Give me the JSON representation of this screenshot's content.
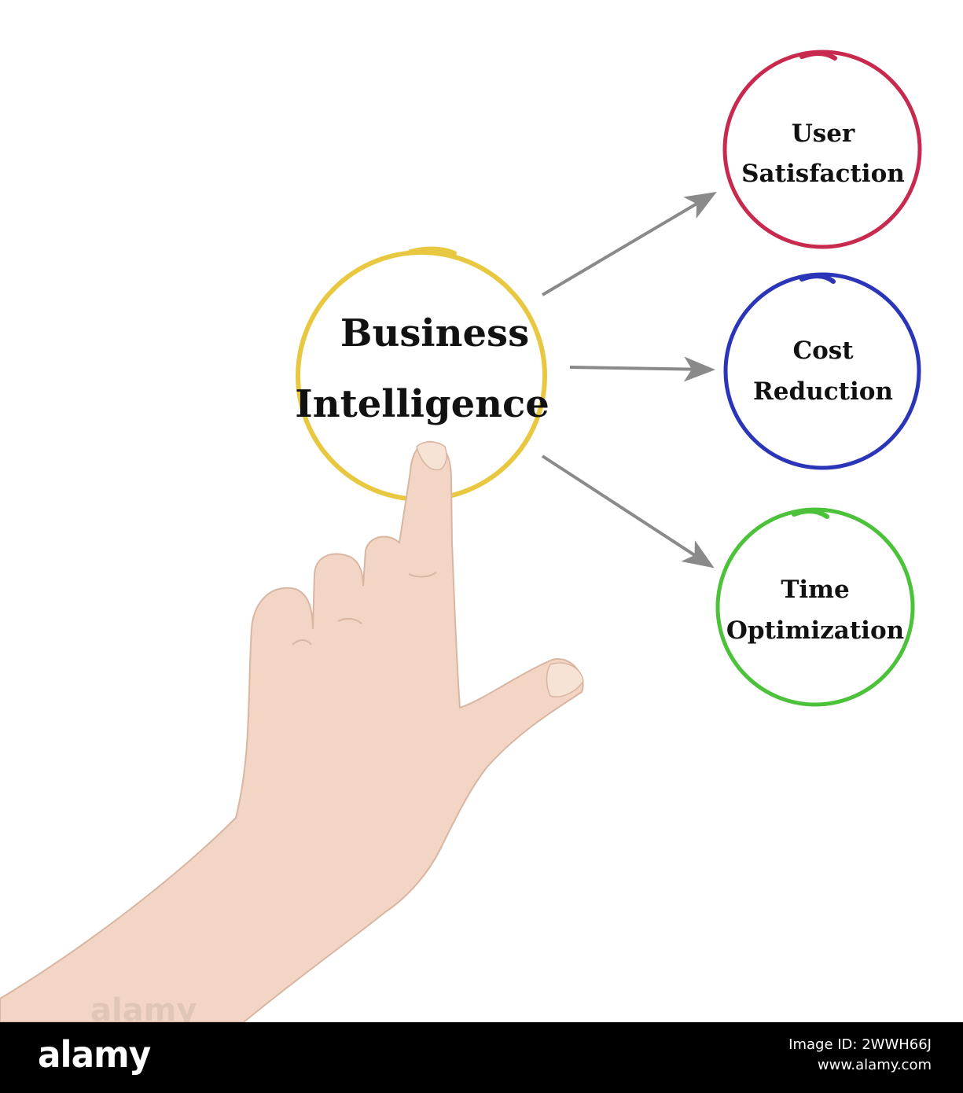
{
  "diagram": {
    "center": {
      "line1": "Business",
      "line2": "Intelligence",
      "color": "#e8c840"
    },
    "nodes": [
      {
        "line1": "User",
        "line2": "Satisfaction",
        "color": "#c8294e"
      },
      {
        "line1": "Cost",
        "line2": "Reduction",
        "color": "#2a35b8"
      },
      {
        "line1": "Time",
        "line2": "Optimization",
        "color": "#4cc13a"
      }
    ],
    "arrow_color": "#8a8a8a",
    "skin_color": "#f2d5c4"
  },
  "watermark": {
    "text": "alamy"
  },
  "footer": {
    "logo": "alamy",
    "image_id": "Image ID: 2WWH66J",
    "site": "www.alamy.com"
  }
}
